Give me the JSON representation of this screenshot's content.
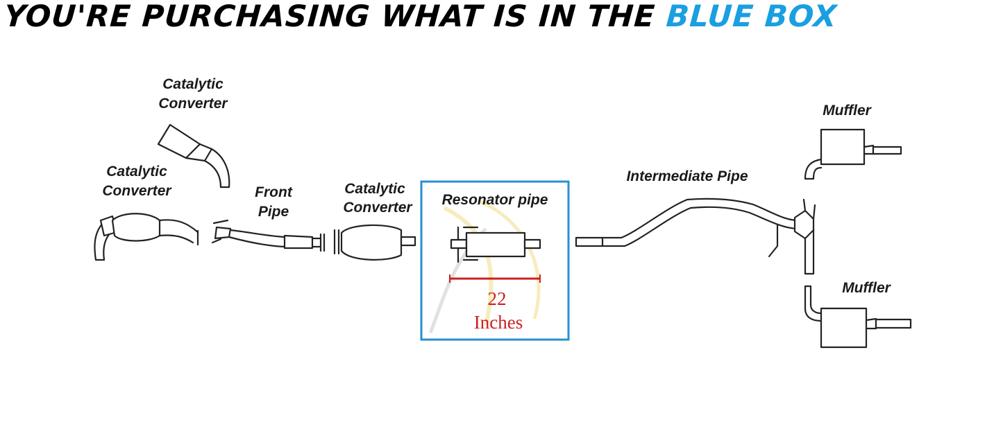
{
  "headline": {
    "prefix": "YOU'RE PURCHASING WHAT IS IN THE",
    "highlight": "BLUE BOX",
    "highlight_color": "#1a9fe0"
  },
  "labels": {
    "cat_converter_top_1": "Catalytic",
    "cat_converter_top_2": "Converter",
    "cat_converter_left_1": "Catalytic",
    "cat_converter_left_2": "Converter",
    "front_pipe_1": "Front",
    "front_pipe_2": "Pipe",
    "cat_converter_mid_1": "Catalytic",
    "cat_converter_mid_2": "Converter",
    "resonator_pipe": "Resonator pipe",
    "intermediate_pipe": "Intermediate Pipe",
    "muffler_top": "Muffler",
    "muffler_bottom": "Muffler"
  },
  "measurement": {
    "value": "22",
    "unit": "Inches",
    "color": "#cc1f1f"
  },
  "highlight_box_color": "#2a8fd0"
}
